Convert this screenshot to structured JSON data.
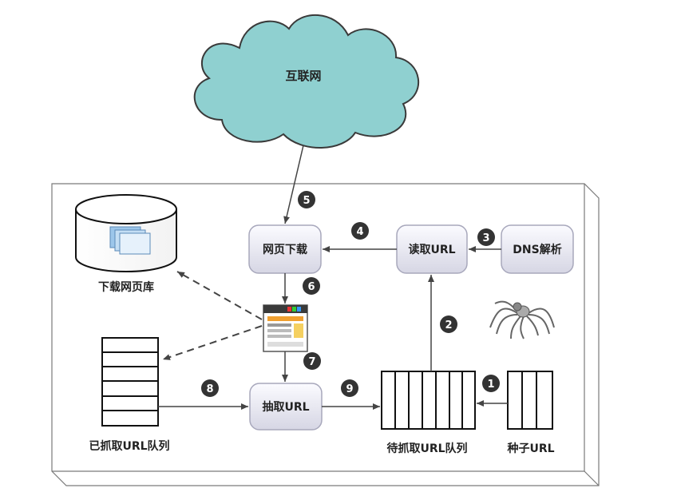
{
  "cloud": {
    "label": "互联网"
  },
  "nodes": {
    "download": "网页下载",
    "read_url": "读取URL",
    "dns": "DNS解析",
    "extract_url": "抽取URL"
  },
  "labels": {
    "page_store": "下载网页库",
    "crawled_queue": "已抓取URL队列",
    "pending_queue": "待抓取URL队列",
    "seed": "种子URL"
  },
  "steps": [
    "1",
    "2",
    "3",
    "4",
    "5",
    "6",
    "7",
    "8",
    "9"
  ],
  "colors": {
    "node_fill": "#e6e6f0",
    "cloud_fill": "#8fd0d0",
    "step_fill": "#333333"
  }
}
